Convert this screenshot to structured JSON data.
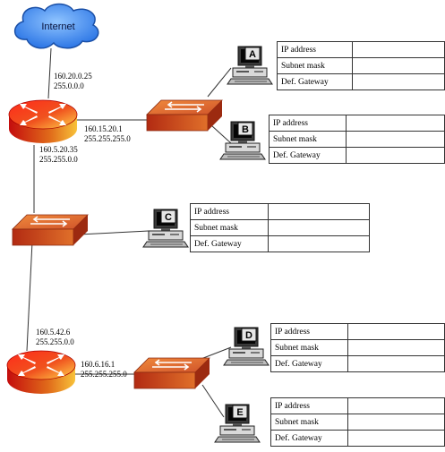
{
  "cloud": {
    "label": "Internet"
  },
  "router_top": {
    "ip_wan": "160.20.0.25",
    "mask_wan": "255.0.0.0",
    "ip_lan": "160.15.20.1",
    "mask_lan": "255.255.255.0",
    "ip_down": "160.5.20.35",
    "mask_down": "255.255.0.0"
  },
  "router_bottom": {
    "ip_up": "160.5.42.6",
    "mask_up": "255.255.0.0",
    "ip_lan": "160.6.16.1",
    "mask_lan": "255.255.255.0"
  },
  "field_labels": {
    "ip": "IP address",
    "mask": "Subnet mask",
    "gw": "Def. Gateway"
  },
  "hosts": [
    {
      "letter": "A",
      "ip": "",
      "mask": "",
      "gateway": ""
    },
    {
      "letter": "B",
      "ip": "",
      "mask": "",
      "gateway": ""
    },
    {
      "letter": "C",
      "ip": "",
      "mask": "",
      "gateway": ""
    },
    {
      "letter": "D",
      "ip": "",
      "mask": "",
      "gateway": ""
    },
    {
      "letter": "E",
      "ip": "",
      "mask": "",
      "gateway": ""
    }
  ],
  "colors": {
    "cloud": "#3a7fe0",
    "router_red": "#e01010",
    "router_orange": "#f7b733",
    "switch": "#c4451f"
  }
}
